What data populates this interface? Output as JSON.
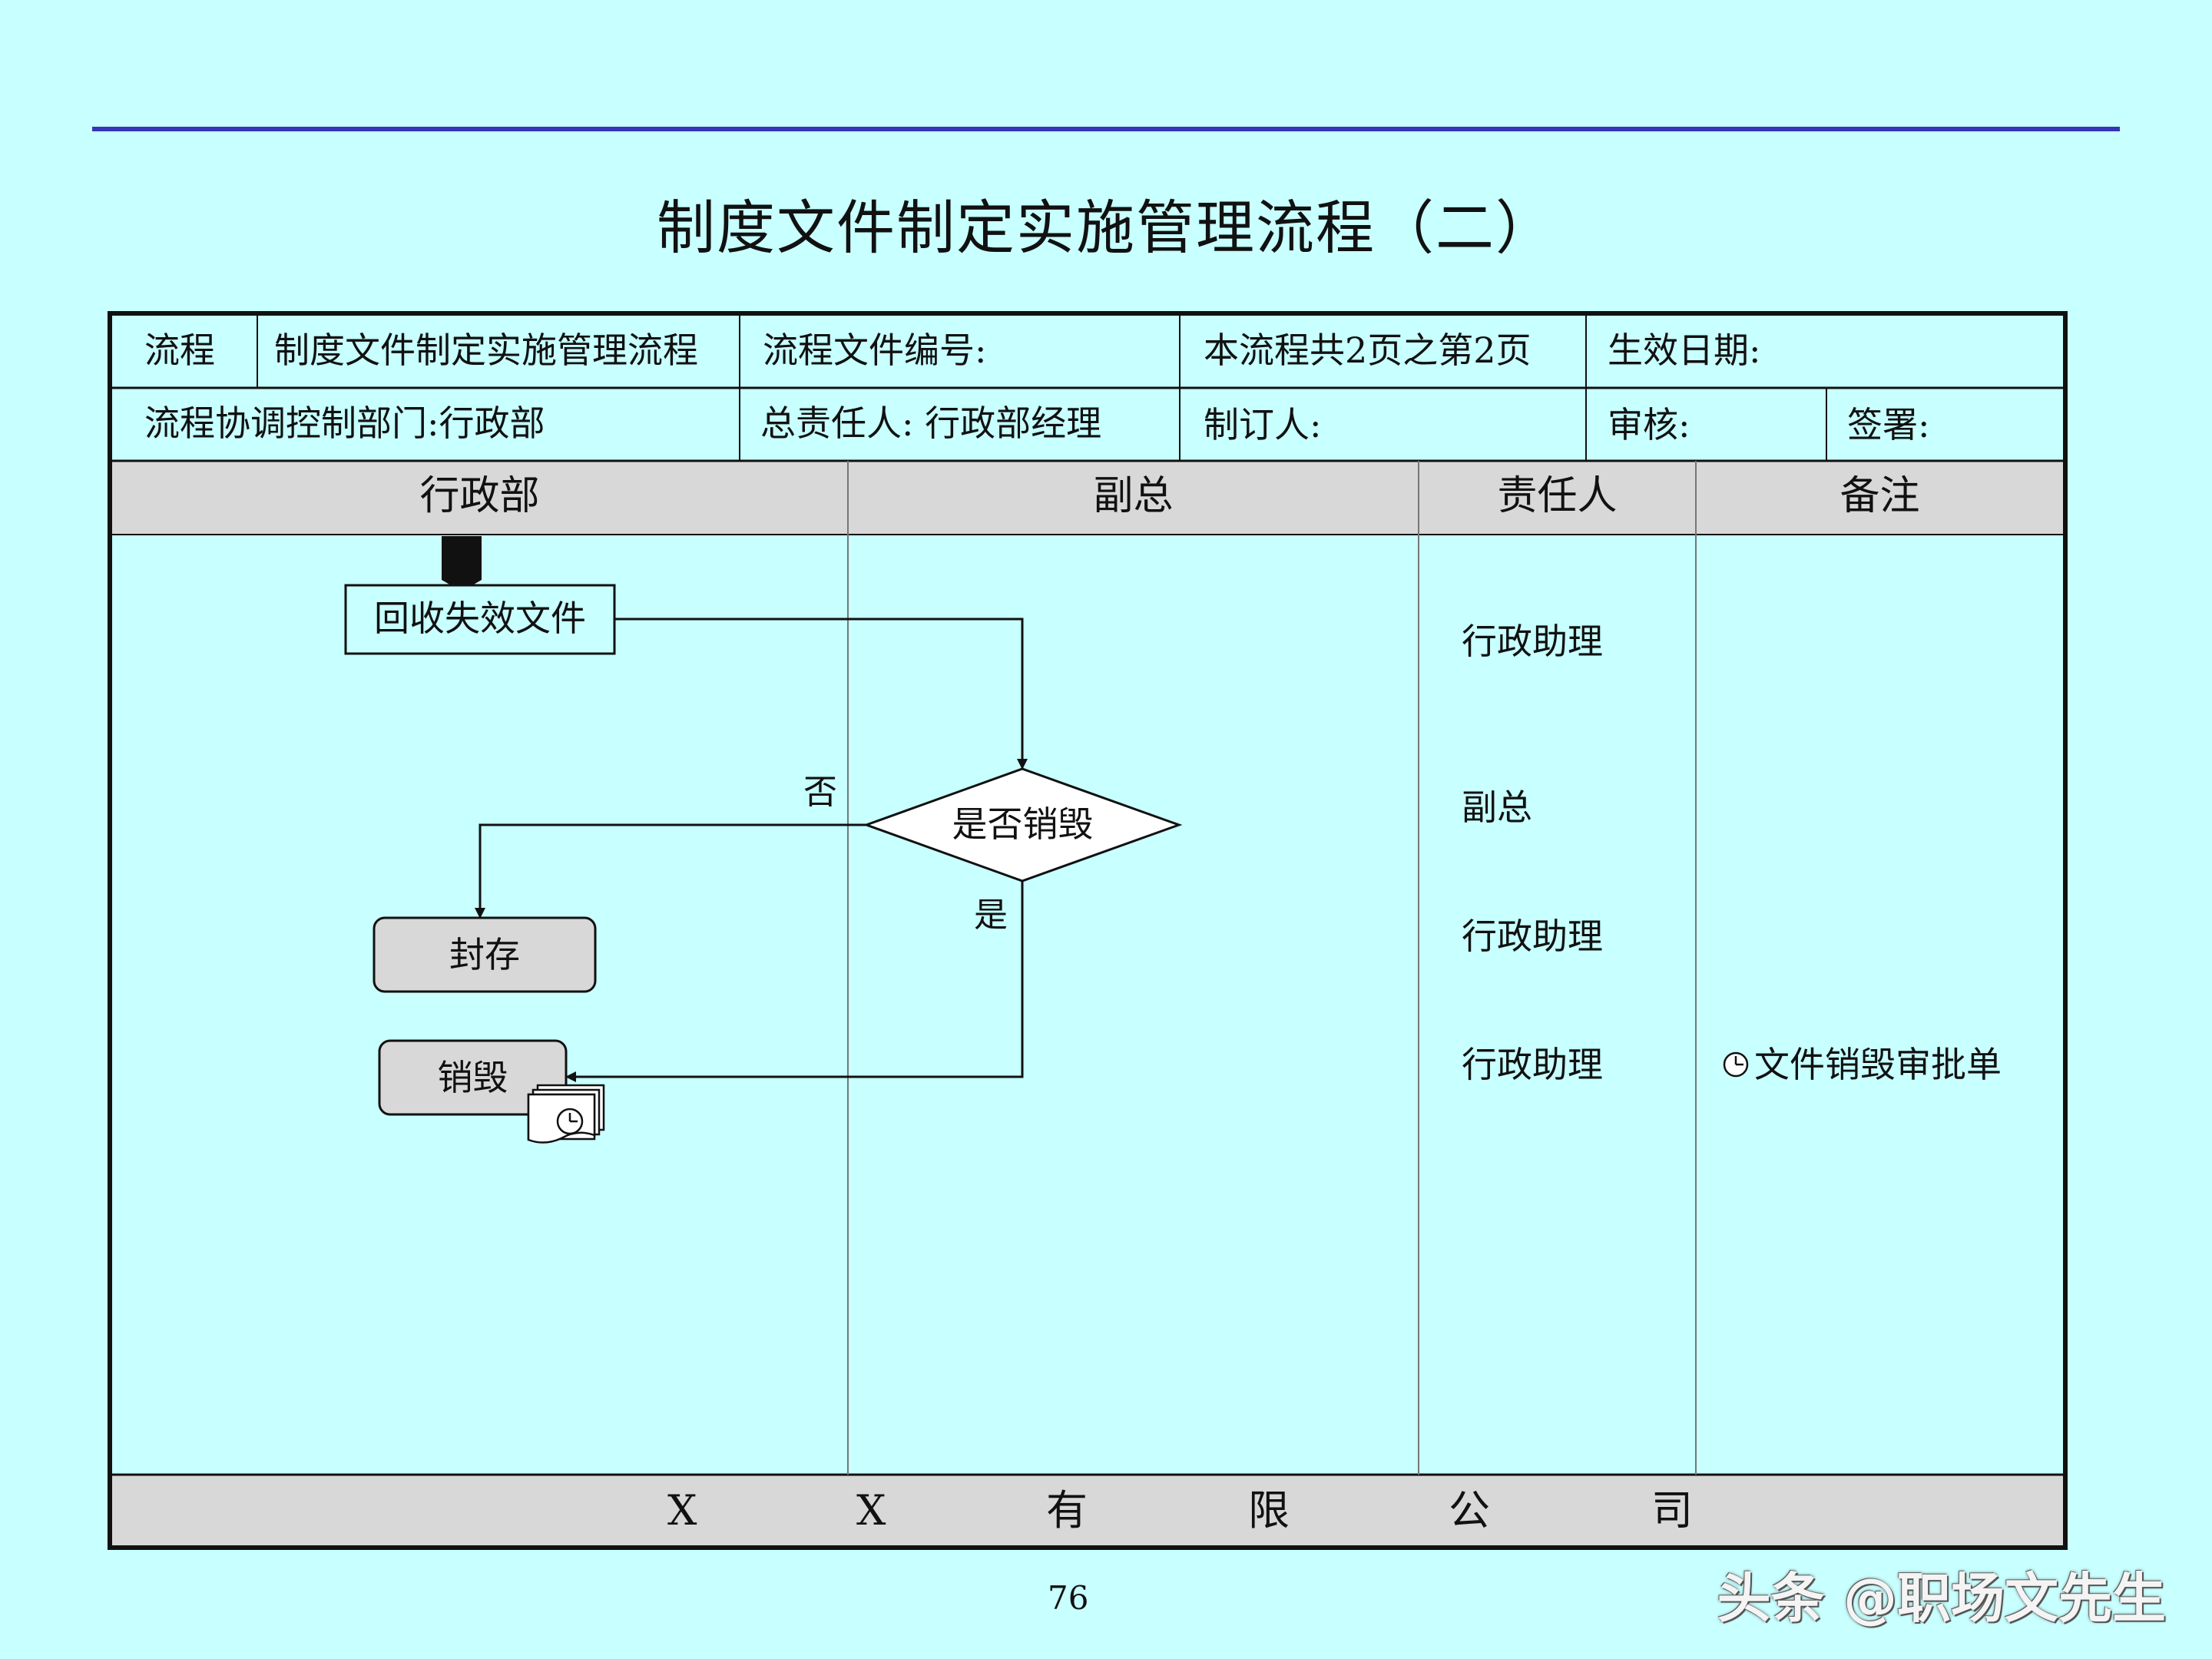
{
  "title": "制度文件制定实施管理流程（二）",
  "header": {
    "row1": {
      "process_label": "流程",
      "process_name": "制度文件制定实施管理流程",
      "file_number": "流程文件编号:",
      "page_info": "本流程共2页之第2页",
      "effective_date": "生效日期:"
    },
    "row2": {
      "dept": "流程协调控制部门:行政部",
      "owner": "总责任人: 行政部经理",
      "author": "制订人:",
      "reviewer": "审核:",
      "signature": "签署:"
    }
  },
  "lanes": [
    "行政部",
    "副总",
    "责任人",
    "备注"
  ],
  "nodes": {
    "recycle": "回收失效文件",
    "decision": "是否销毁",
    "seal": "封存",
    "destroy": "销毁"
  },
  "edge_labels": {
    "no": "否",
    "yes": "是"
  },
  "responsibles": [
    "行政助理",
    "副总",
    "行政助理",
    "行政助理"
  ],
  "remarks": {
    "form": "文件销毁审批单",
    "form_icon": "clock-document-icon"
  },
  "footer": [
    "X",
    "X",
    "有",
    "限",
    "公",
    "司"
  ],
  "page_number": "76",
  "watermark": "头条 @职场文先生"
}
